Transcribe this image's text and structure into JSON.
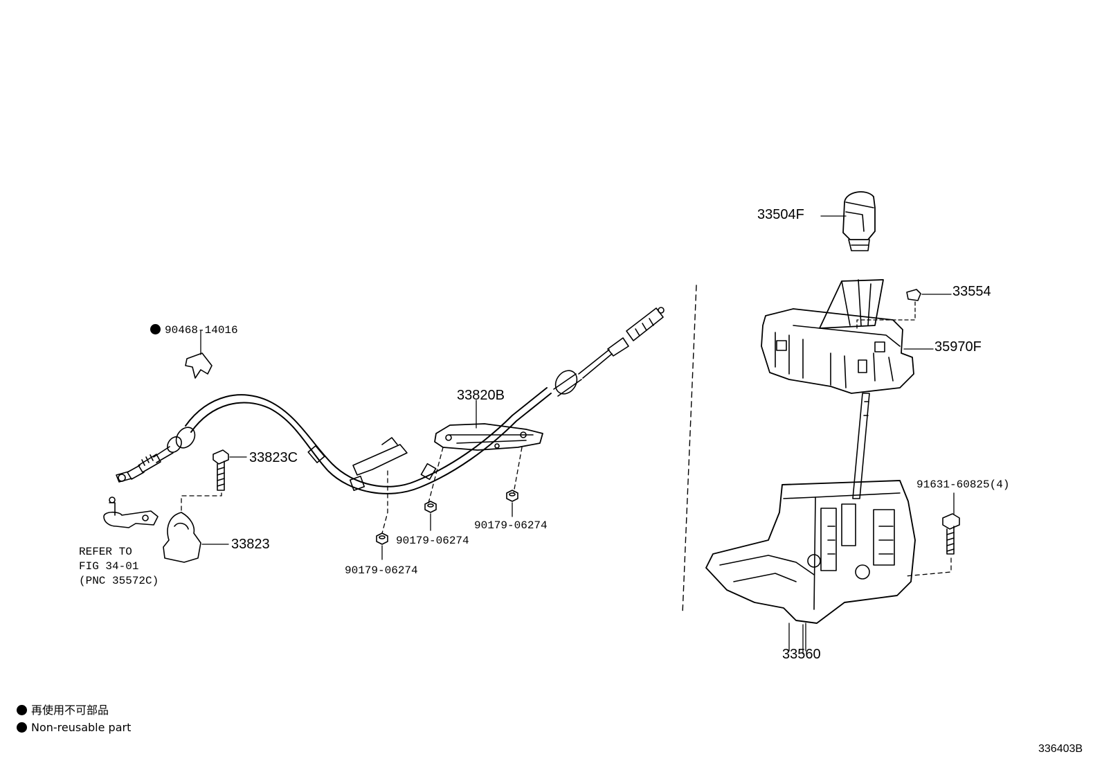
{
  "labels": {
    "p90468": "90468-14016",
    "p33823c": "33823C",
    "p33823": "33823",
    "p33820b": "33820B",
    "p90179_a": "90179-06274",
    "p90179_b": "90179-06274",
    "p90179_c": "90179-06274",
    "p33504f": "33504F",
    "p33554": "33554",
    "p35970f": "35970F",
    "p91631": "91631-60825(4)",
    "p33560": "33560"
  },
  "refer_note": [
    "REFER TO",
    "FIG 34-01",
    "(PNC 35572C)"
  ],
  "legend": {
    "japanese": "再使用不可部品",
    "english": "Non-reusable part"
  },
  "figure_number": "336403B",
  "colors": {
    "ink": "#000000",
    "paper": "#ffffff"
  }
}
